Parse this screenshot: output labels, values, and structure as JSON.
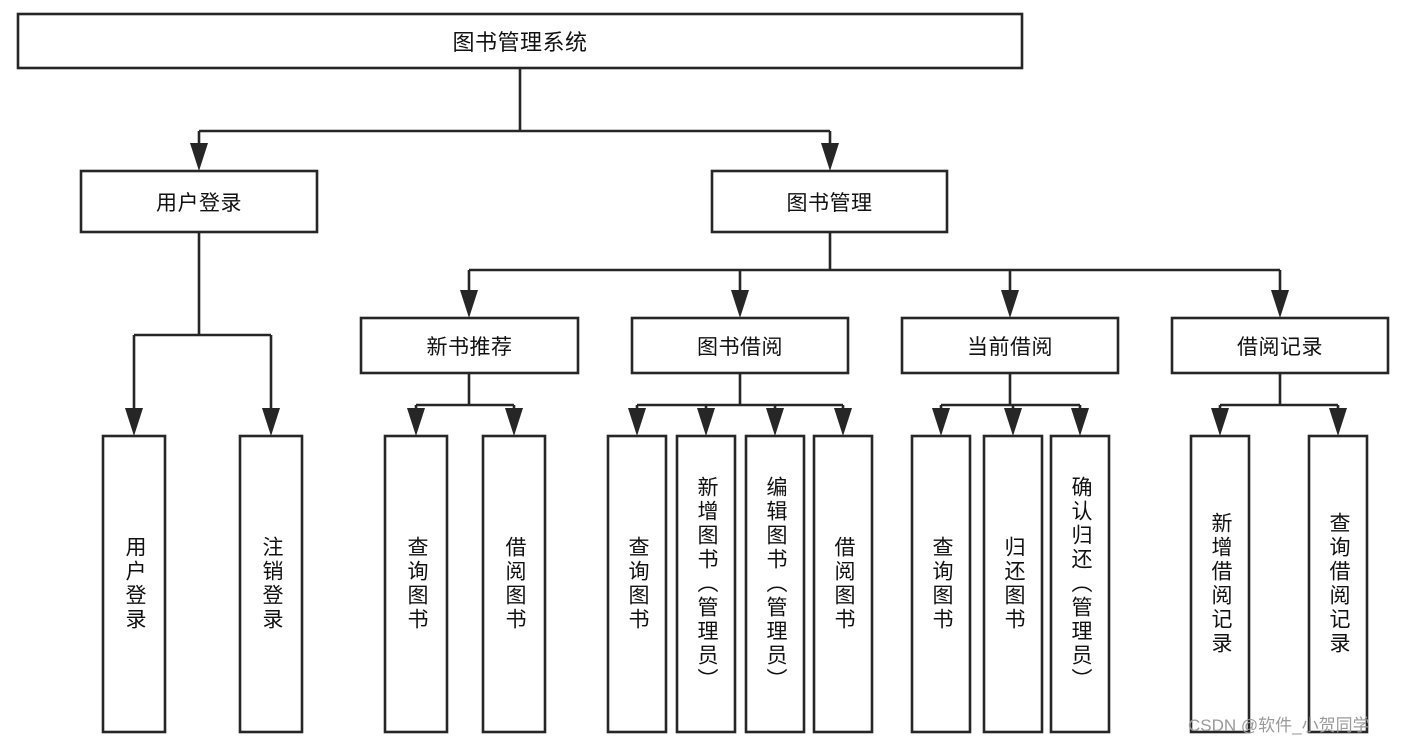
{
  "diagram": {
    "title": "图书管理系统",
    "type": "tree-hierarchy",
    "watermark": "CSDN @软件_小贺同学",
    "colors": {
      "background": "#ffffff",
      "border": "#262626",
      "text": "#111111",
      "watermark": "#9a9a9a"
    },
    "root": {
      "label": "图书管理系统",
      "orientation": "horizontal"
    },
    "level2": [
      {
        "id": "user-login",
        "label": "用户登录",
        "orientation": "horizontal"
      },
      {
        "id": "book-manage",
        "label": "图书管理",
        "orientation": "horizontal"
      }
    ],
    "level3": [
      {
        "id": "new-book-recommend",
        "label": "新书推荐",
        "orientation": "horizontal",
        "parent": "book-manage"
      },
      {
        "id": "book-borrow",
        "label": "图书借阅",
        "orientation": "horizontal",
        "parent": "book-manage"
      },
      {
        "id": "current-borrow",
        "label": "当前借阅",
        "orientation": "horizontal",
        "parent": "book-manage"
      },
      {
        "id": "borrow-record",
        "label": "借阅记录",
        "orientation": "horizontal",
        "parent": "book-manage"
      }
    ],
    "leaves": [
      {
        "id": "leaf-user-login",
        "label": "用户登录",
        "orientation": "vertical",
        "parent": "user-login"
      },
      {
        "id": "leaf-logout",
        "label": "注销登录",
        "orientation": "vertical",
        "parent": "user-login"
      },
      {
        "id": "leaf-query-book-1",
        "label": "查询图书",
        "orientation": "vertical",
        "parent": "new-book-recommend"
      },
      {
        "id": "leaf-borrow-book-1",
        "label": "借阅图书",
        "orientation": "vertical",
        "parent": "new-book-recommend"
      },
      {
        "id": "leaf-query-book-2",
        "label": "查询图书",
        "orientation": "vertical",
        "parent": "book-borrow"
      },
      {
        "id": "leaf-add-book",
        "label": "新增图书（管理员）",
        "orientation": "vertical",
        "parent": "book-borrow"
      },
      {
        "id": "leaf-edit-book",
        "label": "编辑图书（管理员）",
        "orientation": "vertical",
        "parent": "book-borrow"
      },
      {
        "id": "leaf-borrow-book-2",
        "label": "借阅图书",
        "orientation": "vertical",
        "parent": "book-borrow"
      },
      {
        "id": "leaf-query-book-3",
        "label": "查询图书",
        "orientation": "vertical",
        "parent": "current-borrow"
      },
      {
        "id": "leaf-return-book",
        "label": "归还图书",
        "orientation": "vertical",
        "parent": "current-borrow"
      },
      {
        "id": "leaf-confirm-return",
        "label": "确认归还（管理员）",
        "orientation": "vertical",
        "parent": "current-borrow"
      },
      {
        "id": "leaf-add-record",
        "label": "新增借阅记录",
        "orientation": "vertical",
        "parent": "borrow-record"
      },
      {
        "id": "leaf-query-record",
        "label": "查询借阅记录",
        "orientation": "vertical",
        "parent": "borrow-record"
      }
    ]
  }
}
